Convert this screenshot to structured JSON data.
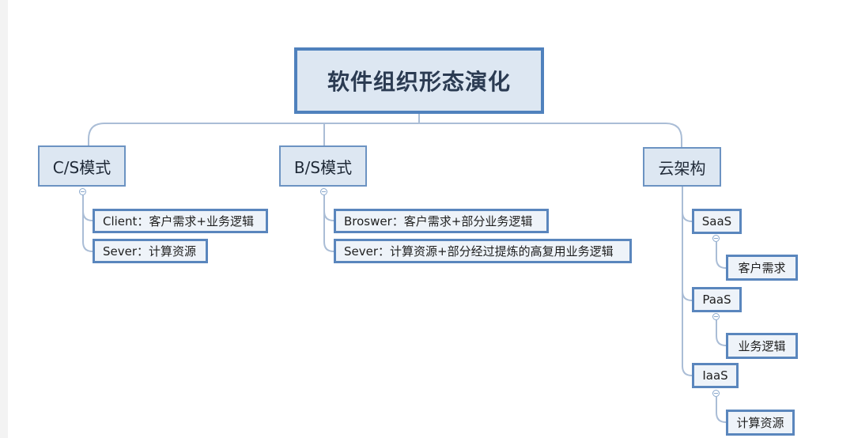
{
  "root": {
    "label": "软件组织形态演化"
  },
  "branches": [
    {
      "label": "C/S模式",
      "children": [
        "Client：客户需求+业务逻辑",
        "Sever：计算资源"
      ]
    },
    {
      "label": "B/S模式",
      "children": [
        "Broswer：客户需求+部分业务逻辑",
        "Sever：计算资源+部分经过提炼的高复用业务逻辑"
      ]
    },
    {
      "label": "云架构",
      "children": [
        {
          "label": "SaaS",
          "children": [
            "客户需求"
          ]
        },
        {
          "label": "PaaS",
          "children": [
            "业务逻辑"
          ]
        },
        {
          "label": "IaaS",
          "children": [
            "计算资源"
          ]
        }
      ]
    }
  ],
  "colors": {
    "root_border": "#4f81bd",
    "node_fill": "#dde7f2",
    "leaf_fill": "#eef3f9",
    "connector": "#aabdd6"
  }
}
